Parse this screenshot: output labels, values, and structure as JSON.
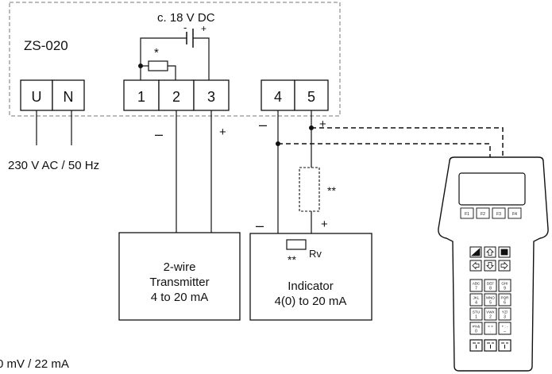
{
  "power": {
    "dc_label": "c. 18 V DC",
    "dc_minus": "-",
    "dc_plus": "+",
    "ac_label": "230 V AC / 50 Hz"
  },
  "device": {
    "name": "ZS-020",
    "resistor_mark": "*"
  },
  "terminals": {
    "mains": [
      "U",
      "N"
    ],
    "loop": [
      "1",
      "2",
      "3"
    ],
    "output": [
      "4",
      "5"
    ]
  },
  "polarity": {
    "t2": "–",
    "t3": "+",
    "t4": "–",
    "t5": "+",
    "ind_minus": "–",
    "ind_plus": "+"
  },
  "optional_mark": "**",
  "rv": {
    "mark": "**",
    "label": "Rv"
  },
  "transmitter": {
    "lines": [
      "2-wire",
      "Transmitter",
      "4 to 20 mA"
    ]
  },
  "indicator": {
    "lines": [
      "Indicator",
      "4(0) to 20 mA"
    ]
  },
  "footnotes": {
    "partial": "0 mV / 22 mA"
  },
  "communicator": {
    "fkeys": [
      "F1",
      "F2",
      "F3",
      "F4"
    ],
    "keypad": [
      [
        "ABC",
        "7"
      ],
      [
        "DEF",
        "8"
      ],
      [
        "GHI",
        "9"
      ],
      [
        "JKL",
        "4"
      ],
      [
        "MNO",
        "5"
      ],
      [
        "PQR",
        "6"
      ],
      [
        "STU",
        "1"
      ],
      [
        "VWX",
        "2"
      ],
      [
        "YZ/",
        "3"
      ],
      [
        "#%&",
        "0"
      ],
      [
        "< >",
        "."
      ],
      [
        "+ : -",
        "–"
      ]
    ]
  }
}
